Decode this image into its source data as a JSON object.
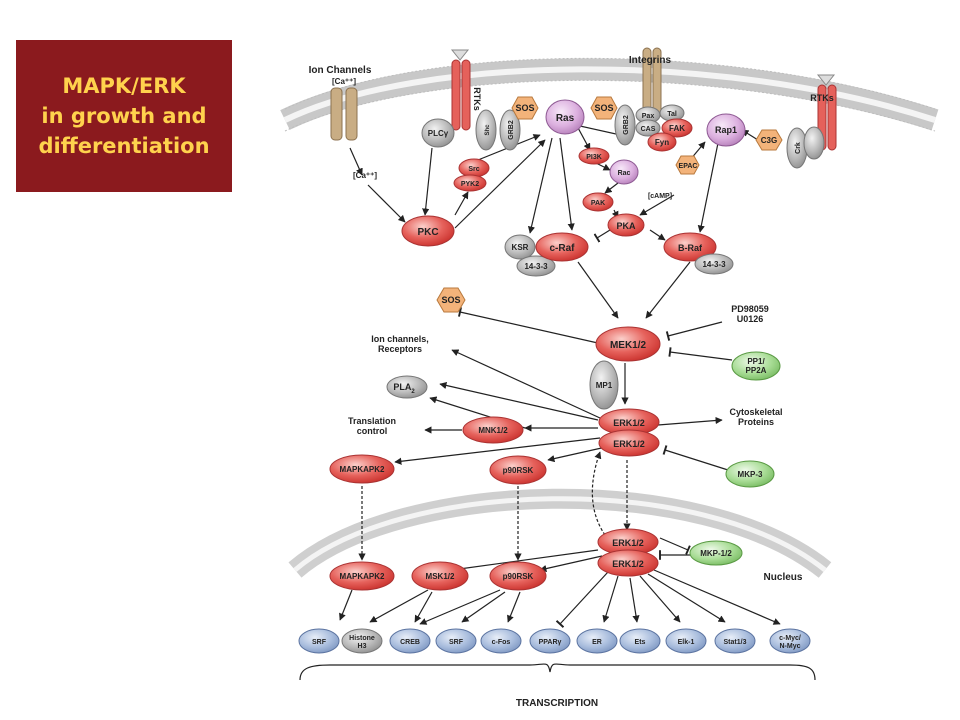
{
  "title": {
    "line1": "MAPK/ERK",
    "line2": "in growth and",
    "line3": "differentiation"
  },
  "colors": {
    "title_bg": "#8b1a1e",
    "title_fg": "#ffd24d",
    "kinase_red": "#e0514e",
    "adapter_gray": "#b3b3b3",
    "hex_orange": "#f3b37a",
    "small_gtpase_purple": "#d9a7dc",
    "phosphatase_green": "#9fd68c",
    "transcription_factor_blue": "#9db5da",
    "membrane": "#cfcfcf"
  },
  "membrane": {
    "ion_channels": "Ion Channels",
    "ca_top": "[Ca⁺⁺]",
    "ca_bottom": "[Ca⁺⁺]",
    "rtks_left": "RTKs",
    "rtks_right": "RTKs",
    "integrins": "Integrins",
    "camp": "[cAMP]"
  },
  "nodes": {
    "plcg": "PLCγ",
    "shc": "Shc",
    "grb2_left": "GRB2",
    "sos_left": "SOS",
    "ras": "Ras",
    "sos_right": "SOS",
    "grb2_right": "GRB2",
    "pax": "Pax",
    "tal": "Tal",
    "cas": "CAS",
    "fak": "FAK",
    "fyn": "Fyn",
    "rap1": "Rap1",
    "c3g": "C3G",
    "crk": "Crk",
    "src": "Src",
    "pyk2": "PYK2",
    "pi3k": "PI3K",
    "rac": "Rac",
    "epac": "EPAC",
    "pak": "PAK",
    "pka": "PKA",
    "pkc": "PKC",
    "ksr": "KSR",
    "craf": "c-Raf",
    "p1433_left": "14-3-3",
    "braf": "B-Raf",
    "p1433_right": "14-3-3",
    "sos_feedback": "SOS",
    "inhibitors_1": "PD98059",
    "inhibitors_2": "U0126",
    "mek": "MEK1/2",
    "mp1": "MP1",
    "pp1_line1": "PP1/",
    "pp1_line2": "PP2A",
    "ion_receptors_1": "Ion channels,",
    "ion_receptors_2": "Receptors",
    "pla2": "PLA",
    "pla2_sub": "2",
    "translation_1": "Translation",
    "translation_2": "control",
    "mnk": "MNK1/2",
    "erk_a": "ERK1/2",
    "erk_b": "ERK1/2",
    "cytoskeletal_1": "Cytoskeletal",
    "cytoskeletal_2": "Proteins",
    "mapkapk2_top": "MAPKAPK2",
    "p90rsk_top": "p90RSK",
    "mkp3": "MKP-3",
    "erk_nuc_a": "ERK1/2",
    "erk_nuc_b": "ERK1/2",
    "mkp12": "MKP-1/2",
    "nucleus": "Nucleus",
    "mapkapk2_nuc": "MAPKAPK2",
    "msk": "MSK1/2",
    "p90rsk_nuc": "p90RSK"
  },
  "transcription_factors": [
    {
      "label": "SRF"
    },
    {
      "label": "Histone",
      "label2": "H3"
    },
    {
      "label": "CREB"
    },
    {
      "label": "SRF"
    },
    {
      "label": "c-Fos"
    },
    {
      "label": "PPARγ"
    },
    {
      "label": "ER"
    },
    {
      "label": "Ets"
    },
    {
      "label": "Elk-1"
    },
    {
      "label": "Stat1/3"
    },
    {
      "label": "c-Myc/",
      "label2": "N-Myc"
    }
  ],
  "transcription_label": "TRANSCRIPTION"
}
